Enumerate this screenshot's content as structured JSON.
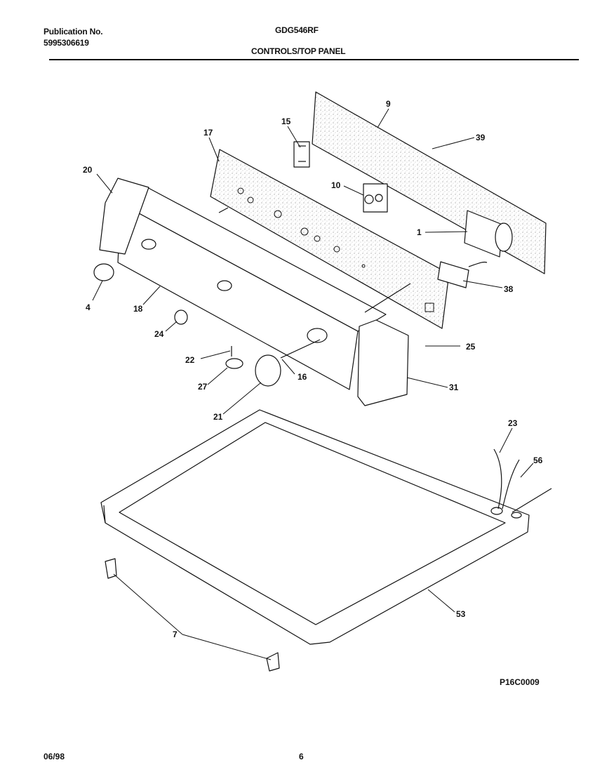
{
  "header": {
    "publication_label": "Publication No.",
    "publication_number": "5995306619",
    "model": "GDG546RF",
    "section_title": "CONTROLS/TOP PANEL"
  },
  "diagram": {
    "figure_code": "P16C0009",
    "callouts": [
      {
        "id": "c9",
        "text": "9"
      },
      {
        "id": "c39",
        "text": "39"
      },
      {
        "id": "c15",
        "text": "15"
      },
      {
        "id": "c17",
        "text": "17"
      },
      {
        "id": "c20",
        "text": "20"
      },
      {
        "id": "c10",
        "text": "10"
      },
      {
        "id": "c1",
        "text": "1"
      },
      {
        "id": "c38",
        "text": "38"
      },
      {
        "id": "c4",
        "text": "4"
      },
      {
        "id": "c18",
        "text": "18"
      },
      {
        "id": "c24",
        "text": "24"
      },
      {
        "id": "c25",
        "text": "25"
      },
      {
        "id": "c22",
        "text": "22"
      },
      {
        "id": "c27",
        "text": "27"
      },
      {
        "id": "c16",
        "text": "16"
      },
      {
        "id": "c31",
        "text": "31"
      },
      {
        "id": "c21",
        "text": "21"
      },
      {
        "id": "c23",
        "text": "23"
      },
      {
        "id": "c56",
        "text": "56"
      },
      {
        "id": "c53",
        "text": "53"
      },
      {
        "id": "c7",
        "text": "7"
      }
    ]
  },
  "footer": {
    "date": "06/98",
    "page": "6"
  }
}
